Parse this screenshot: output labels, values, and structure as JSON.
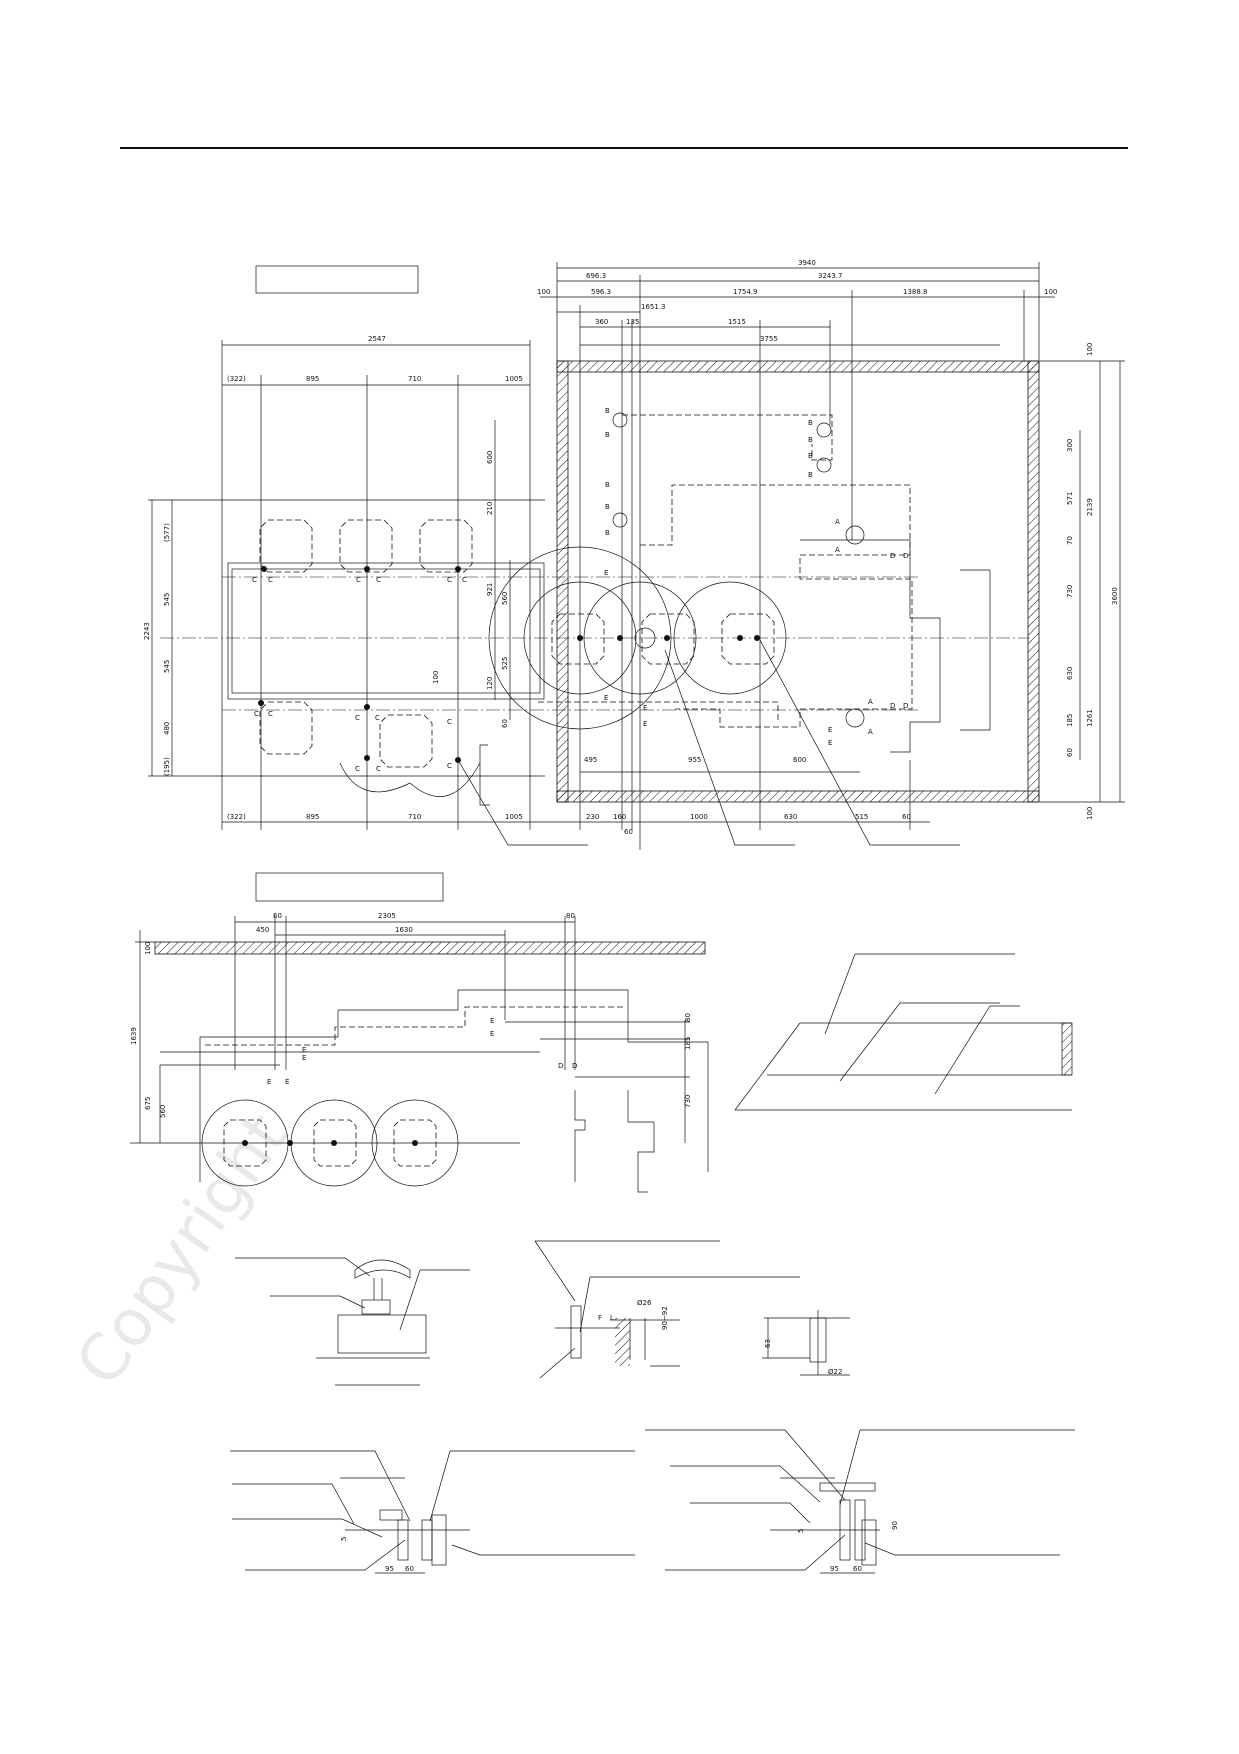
{
  "watermark": "Copyright",
  "plan": {
    "top_dims": [
      "3940",
      "696.3",
      "3243.7",
      "100",
      "596.3",
      "1754.9",
      "1388.8",
      "100",
      "1651.3",
      "360",
      "135",
      "1515",
      "3755",
      "2547"
    ],
    "left_row": [
      "(322)",
      "895",
      "710",
      "1005"
    ],
    "bottom_row": [
      "(322)",
      "895",
      "710",
      "1005",
      "230",
      "160",
      "1000",
      "630",
      "515",
      "60"
    ],
    "bottom_extra": [
      "60",
      "495",
      "955",
      "600"
    ],
    "left_vert": [
      "2243",
      "(577)",
      "545",
      "545",
      "480",
      "(195)"
    ],
    "mid_vert": [
      "600",
      "210",
      "921",
      "560",
      "525",
      "120",
      "60",
      "100"
    ],
    "right_vert": [
      "100",
      "300",
      "571",
      "70",
      "730",
      "630",
      "185",
      "60",
      "100",
      "2139",
      "1261",
      "3600"
    ],
    "marks": [
      "A",
      "A",
      "A",
      "A",
      "B",
      "B",
      "B",
      "B",
      "B",
      "B",
      "B",
      "B",
      "C",
      "C",
      "D",
      "D",
      "D",
      "D",
      "E",
      "E",
      "E",
      "E"
    ]
  },
  "elevation": {
    "top_dims": [
      "60",
      "2305",
      "80",
      "450",
      "1630"
    ],
    "vert": [
      "100",
      "1639",
      "675",
      "560",
      "80",
      "185",
      "730"
    ],
    "marks": [
      "E",
      "E",
      "E",
      "E",
      "E",
      "D",
      "D",
      "E",
      "E"
    ]
  },
  "details": {
    "anchor_dims": [
      "Ø26",
      "90~92",
      "L",
      "F"
    ],
    "bolt_dims": [
      "63",
      "Ø22"
    ],
    "bottom_left_dims": [
      "5",
      "95",
      "60"
    ],
    "bottom_right_dims": [
      "5",
      "90",
      "95",
      "60"
    ]
  }
}
